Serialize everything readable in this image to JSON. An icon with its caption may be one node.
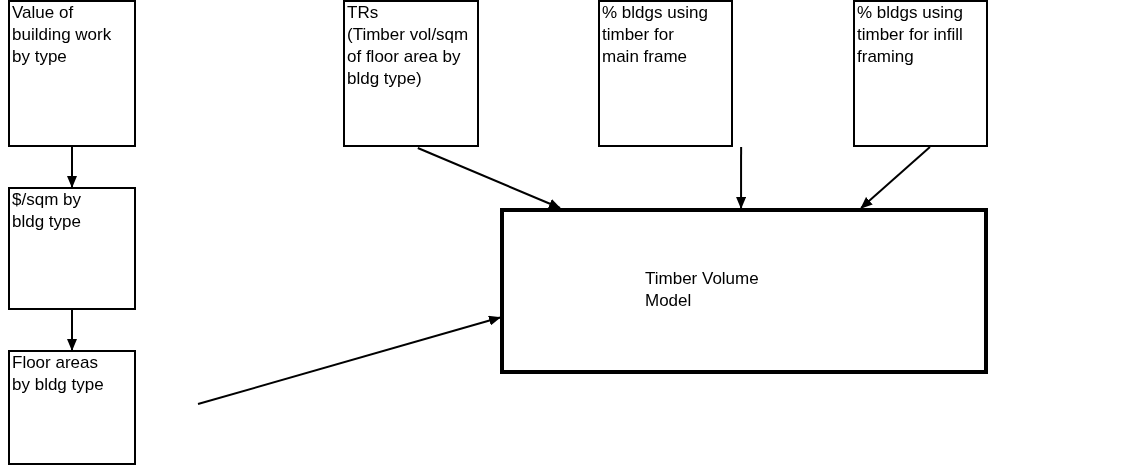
{
  "diagram": {
    "nodes": [
      {
        "text": [
          "Value of building work by type"
        ]
      },
      {
        "text": [
          "$/sqm by bldg type"
        ]
      },
      {
        "text": [
          "Floor areas by bldg type"
        ]
      },
      {
        "text": [
          "TRs",
          "(Timber vol/sqm of floor area by bldg type)"
        ]
      },
      {
        "text": [
          "% bldgs using timber for main frame"
        ]
      },
      {
        "text": [
          "% bldgs using timber for infill framing"
        ]
      },
      {
        "text": [
          "Timber Volume Model"
        ]
      }
    ],
    "edges": [
      {
        "from": 0,
        "to": 1,
        "arrow": "to"
      },
      {
        "from": 1,
        "to": 2,
        "arrow": "to"
      },
      {
        "from": 2,
        "to": 6,
        "arrow": "to"
      },
      {
        "from": 3,
        "to": 6,
        "arrow": "to"
      },
      {
        "from": 4,
        "to": 6,
        "arrow": "to"
      },
      {
        "from": 5,
        "to": 6,
        "arrow": "to"
      }
    ]
  }
}
